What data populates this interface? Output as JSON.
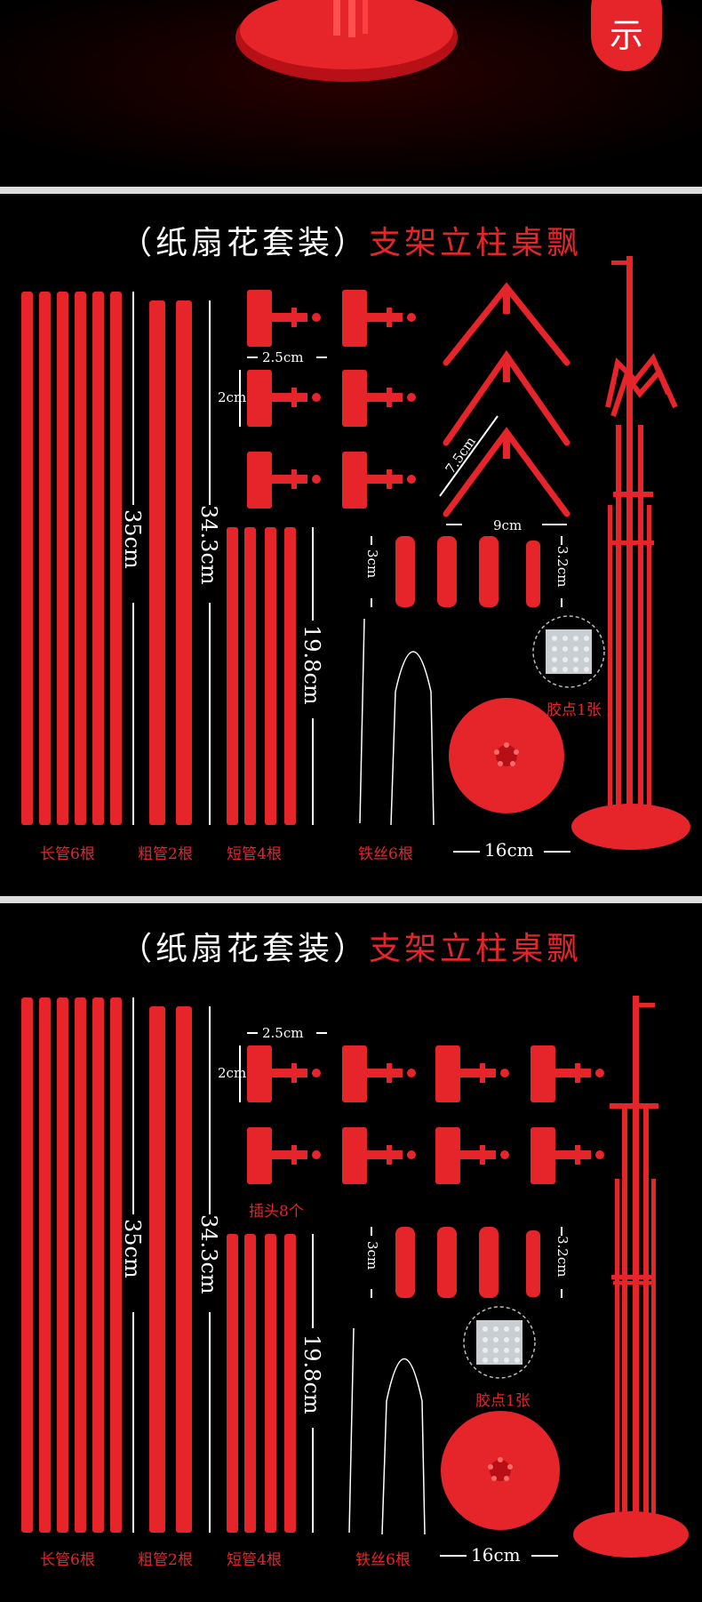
{
  "top": {
    "badge_char": "示"
  },
  "panel1": {
    "title_paren_text": "（纸扇花套装）",
    "title_red_text": "支架立柱桌飘",
    "labels": {
      "long_tubes": "长管6根",
      "thick_tubes": "粗管2根",
      "short_tubes": "短管4根",
      "wire": "铁丝6根",
      "glue": "胶点1张",
      "base": "16cm"
    },
    "dims": {
      "long": "35cm",
      "thick": "34.3cm",
      "short": "19.8cm",
      "plug_w": "2.5cm",
      "plug_h": "2cm",
      "bracket_side": "7.5cm",
      "bracket_w": "9cm",
      "connector_a": "3cm",
      "connector_b": "3.2cm"
    }
  },
  "panel2": {
    "title_paren_text": "（纸扇花套装）",
    "title_red_text": "支架立柱桌飘",
    "labels": {
      "long_tubes": "长管6根",
      "thick_tubes": "粗管2根",
      "short_tubes": "短管4根",
      "plugs": "插头8个",
      "wire": "铁丝6根",
      "glue": "胶点1张",
      "base": "16cm"
    },
    "dims": {
      "long": "35cm",
      "thick": "34.3cm",
      "short": "19.8cm",
      "plug_w": "2.5cm",
      "plug_h": "2cm",
      "connector_a": "3cm",
      "connector_b": "3.2cm"
    }
  },
  "colors": {
    "red": "#e5252a",
    "bg": "#000000"
  }
}
